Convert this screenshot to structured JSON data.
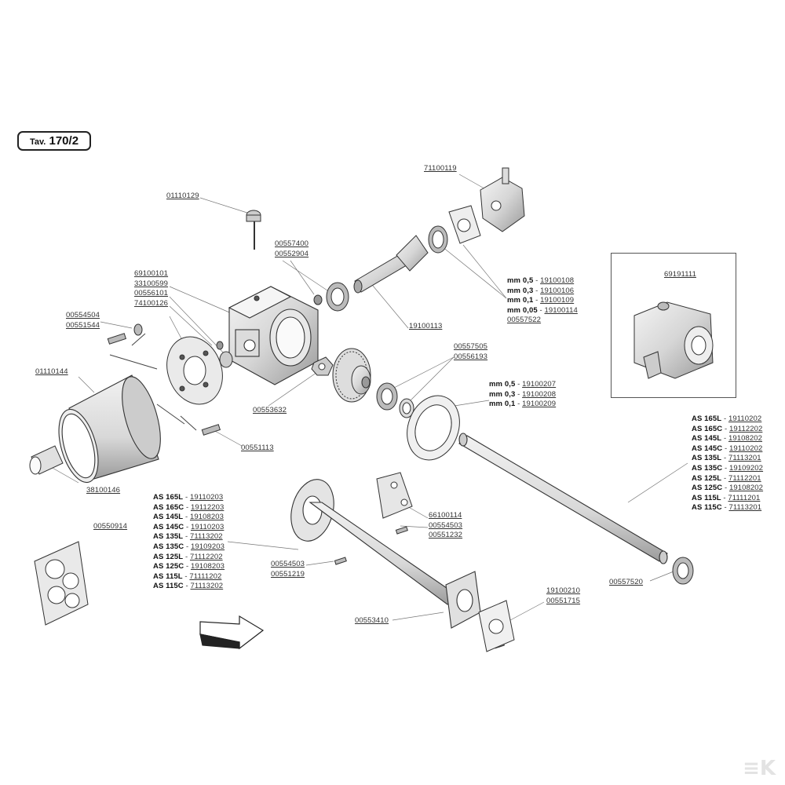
{
  "table_title": {
    "prefix": "Tav.",
    "number": "170/2"
  },
  "parts": {
    "p71100119": "71100119",
    "p01110129": "01110129",
    "p00557400": "00557400",
    "p00552904": "00552904",
    "p69100101": "69100101",
    "p33100599": "33100599",
    "p00556101": "00556101",
    "p74100126": "74100126",
    "p00554504": "00554504",
    "p00551544": "00551544",
    "p01110144": "01110144",
    "p19100113": "19100113",
    "p00557505": "00557505",
    "p00556193": "00556193",
    "p00553632": "00553632",
    "p00551113": "00551113",
    "p38100146": "38100146",
    "p00550914": "00550914",
    "p66100114": "66100114",
    "p00554503a": "00554503",
    "p00551232": "00551232",
    "p00554503b": "00554503",
    "p00551219": "00551219",
    "p19100210": "19100210",
    "p00551715": "00551715",
    "p00553410": "00553410",
    "p00557520": "00557520",
    "p69191111": "69191111",
    "p00557522": "00557522"
  },
  "shims_pinion": [
    {
      "size": "mm 0,5",
      "code": "19100108"
    },
    {
      "size": "mm 0,3",
      "code": "19100106"
    },
    {
      "size": "mm 0,1",
      "code": "19100109"
    },
    {
      "size": "mm 0,05",
      "code": "19100114"
    }
  ],
  "shims_crown": [
    {
      "size": "mm 0,5",
      "code": "19100207"
    },
    {
      "size": "mm 0,3",
      "code": "19100208"
    },
    {
      "size": "mm 0,1",
      "code": "19100209"
    }
  ],
  "shaft_models": [
    {
      "model": "AS 165L",
      "code": "19110202"
    },
    {
      "model": "AS 165C",
      "code": "19112202"
    },
    {
      "model": "AS 145L",
      "code": "19108202"
    },
    {
      "model": "AS 145C",
      "code": "19110202"
    },
    {
      "model": "AS 135L",
      "code": "71113201"
    },
    {
      "model": "AS 135C",
      "code": "19109202"
    },
    {
      "model": "AS 125L",
      "code": "71112201"
    },
    {
      "model": "AS 125C",
      "code": "19108202"
    },
    {
      "model": "AS 115L",
      "code": "71111201"
    },
    {
      "model": "AS 115C",
      "code": "71113201"
    }
  ],
  "tube_models": [
    {
      "model": "AS 165L",
      "code": "19110203"
    },
    {
      "model": "AS 165C",
      "code": "19112203"
    },
    {
      "model": "AS 145L",
      "code": "19108203"
    },
    {
      "model": "AS 145C",
      "code": "19110203"
    },
    {
      "model": "AS 135L",
      "code": "71113202"
    },
    {
      "model": "AS 135C",
      "code": "19109203"
    },
    {
      "model": "AS 125L",
      "code": "71112202"
    },
    {
      "model": "AS 125C",
      "code": "19108203"
    },
    {
      "model": "AS 115L",
      "code": "71111202"
    },
    {
      "model": "AS 115C",
      "code": "71113202"
    }
  ]
}
